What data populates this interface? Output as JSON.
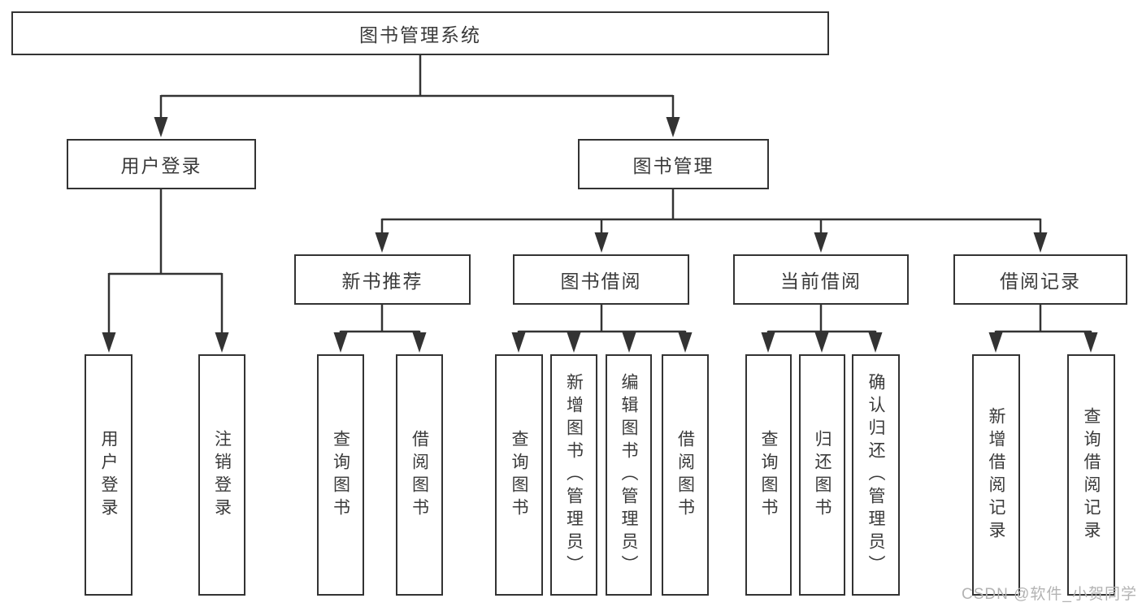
{
  "colors": {
    "line": "#333333",
    "box_border": "#333333",
    "text": "#3a3a3a",
    "watermark": "#b3b3b3",
    "background": "#ffffff"
  },
  "watermark": {
    "text": "CSDN @软件_小贺同学"
  },
  "tree": {
    "label": "图书管理系统",
    "children": [
      {
        "label": "用户登录",
        "children": [
          {
            "label": "用户登录"
          },
          {
            "label": "注销登录"
          }
        ]
      },
      {
        "label": "图书管理",
        "children": [
          {
            "label": "新书推荐",
            "children": [
              {
                "label": "查询图书"
              },
              {
                "label": "借阅图书"
              }
            ]
          },
          {
            "label": "图书借阅",
            "children": [
              {
                "label": "查询图书"
              },
              {
                "label": "新增图书（管理员）"
              },
              {
                "label": "编辑图书（管理员）"
              },
              {
                "label": "借阅图书"
              }
            ]
          },
          {
            "label": "当前借阅",
            "children": [
              {
                "label": "查询图书"
              },
              {
                "label": "归还图书"
              },
              {
                "label": "确认归还（管理员）"
              }
            ]
          },
          {
            "label": "借阅记录",
            "children": [
              {
                "label": "新增借阅记录"
              },
              {
                "label": "查询借阅记录"
              }
            ]
          }
        ]
      }
    ]
  }
}
